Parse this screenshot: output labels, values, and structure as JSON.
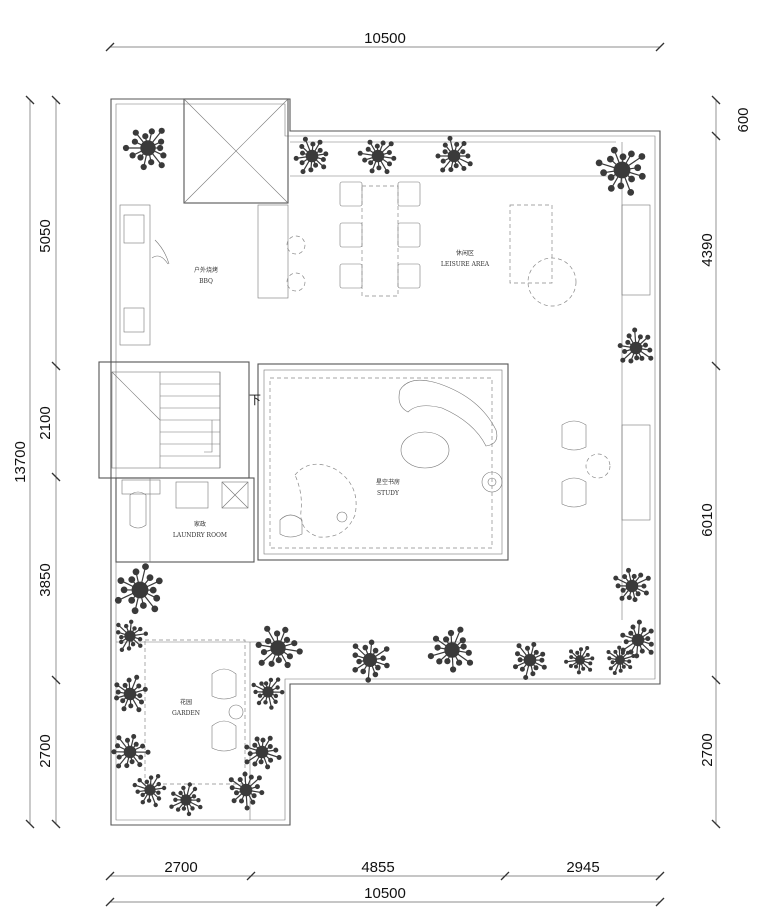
{
  "dimensions": {
    "top_total": "10500",
    "bottom_segments": [
      "2700",
      "4855",
      "2945"
    ],
    "bottom_total": "10500",
    "left_total": "13700",
    "left_segments": [
      "5050",
      "2100",
      "3850",
      "2700"
    ],
    "right_segments": [
      "600",
      "4390",
      "6010",
      "2700"
    ]
  },
  "rooms": {
    "bbq_cn": "户外烧烤",
    "bbq_en": "BBQ",
    "leisure_cn": "休闲区",
    "leisure_en": "LEISURE AREA",
    "study_cn": "星空书房",
    "study_en": "STUDY",
    "laundry_cn": "家政",
    "laundry_en": "LAUNDRY ROOM",
    "garden_cn": "花园",
    "garden_en": "GARDEN",
    "stair_down": "下"
  },
  "colors": {
    "line": "#555555",
    "plant": "#3a3a3a",
    "background": "#ffffff"
  }
}
